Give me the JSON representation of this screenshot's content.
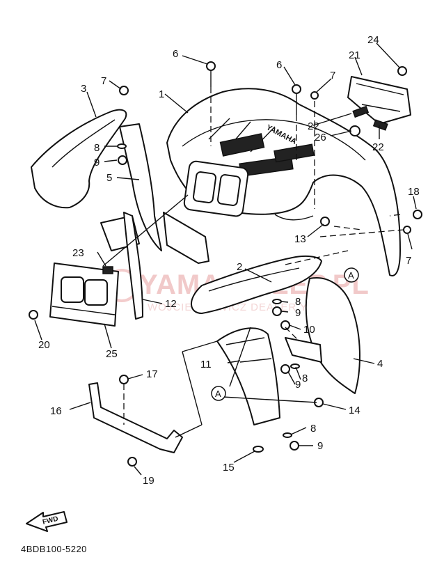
{
  "diagram": {
    "document_code": "4BDB100-5220",
    "direction_label": "FWD",
    "brand_on_fender": "YAMAHA",
    "reference_marker": "A",
    "watermark": {
      "main": "YAMA-SKLEP.PL",
      "sub": "WOJCIECHOWICZ DEALER YAMAHA"
    },
    "callouts": {
      "c1": "1",
      "c2": "2",
      "c3": "3",
      "c4": "4",
      "c5": "5",
      "c6a": "6",
      "c6b": "6",
      "c7a": "7",
      "c7b": "7",
      "c7c": "7",
      "c8a": "8",
      "c8b": "8",
      "c8c": "8",
      "c8d": "8",
      "c9a": "9",
      "c9b": "9",
      "c9c": "9",
      "c9d": "9",
      "c10": "10",
      "c11": "11",
      "c12": "12",
      "c13": "13",
      "c14": "14",
      "c15": "15",
      "c16": "16",
      "c17": "17",
      "c18": "18",
      "c19": "19",
      "c20": "20",
      "c21": "21",
      "c22a": "22",
      "c22b": "22",
      "c23": "23",
      "c24": "24",
      "c25": "25",
      "c26": "26"
    }
  }
}
